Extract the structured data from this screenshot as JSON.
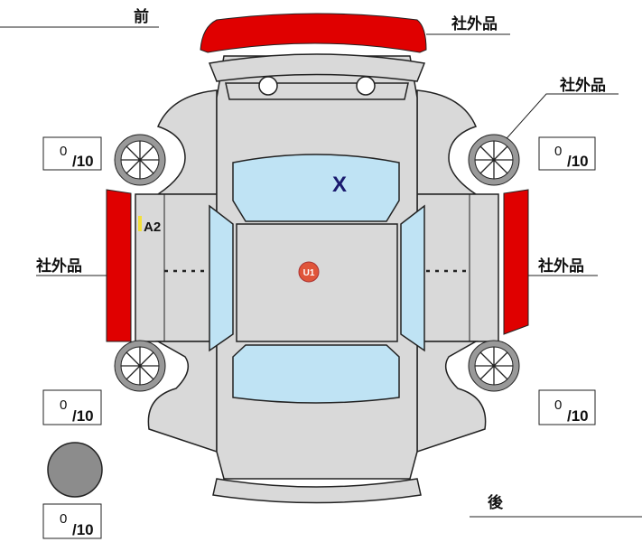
{
  "labels": {
    "front": "前",
    "rear": "後"
  },
  "aftermarket_label": "社外品",
  "aftermarket_parts": [
    {
      "part": "front-bumper",
      "label": "社外品"
    },
    {
      "part": "right-front-wheel",
      "label": "社外品"
    },
    {
      "part": "left-side-skirt",
      "label": "社外品"
    },
    {
      "part": "right-side-skirt",
      "label": "社外品"
    }
  ],
  "tires": [
    {
      "position": "left-front",
      "value": "0",
      "max": "/10"
    },
    {
      "position": "right-front",
      "value": "0",
      "max": "/10"
    },
    {
      "position": "left-rear",
      "value": "0",
      "max": "/10"
    },
    {
      "position": "right-rear",
      "value": "0",
      "max": "/10"
    },
    {
      "position": "spare",
      "value": "0",
      "max": "/10"
    }
  ],
  "damage_marks": [
    {
      "code": "X",
      "location": "windshield",
      "color": "#1a1a6e"
    },
    {
      "code": "U1",
      "location": "roof",
      "color": "#e0553a"
    },
    {
      "code": "A2",
      "location": "left-front-door",
      "color": "#f3e03a"
    }
  ],
  "colors": {
    "aftermarket": "#e00000",
    "glass": "#bfe3f4",
    "body": "#d9d9d9"
  }
}
